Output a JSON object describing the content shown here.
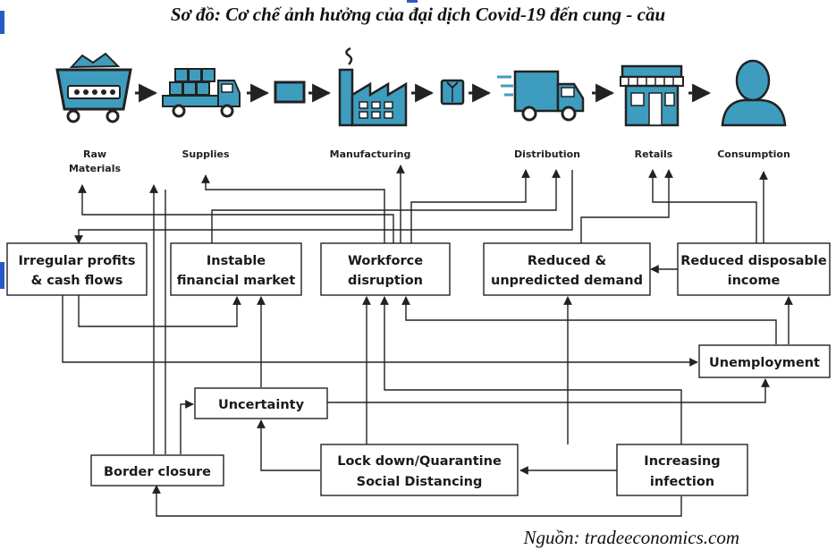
{
  "title": "Sơ đồ: Cơ chế ảnh hưởng của đại dịch Covid-19 đến cung - cầu",
  "source": "Nguồn: tradeeconomics.com",
  "colors": {
    "icon": "#3e9dbf",
    "icon_dark": "#2b2b2b",
    "line": "#222222"
  },
  "stages": [
    {
      "id": "raw",
      "icon": "mining-cart-icon",
      "label_lines": [
        "Raw",
        "Materials"
      ]
    },
    {
      "id": "supplies",
      "icon": "delivery-truck-icon",
      "label_lines": [
        "Supplies"
      ]
    },
    {
      "id": "tablet",
      "icon": "screen-icon",
      "label_lines": []
    },
    {
      "id": "manufacturing",
      "icon": "factory-icon",
      "label_lines": [
        "Manufacturing"
      ]
    },
    {
      "id": "package",
      "icon": "shirt-package-icon",
      "label_lines": []
    },
    {
      "id": "distribution",
      "icon": "fast-truck-icon",
      "label_lines": [
        "Distribution"
      ]
    },
    {
      "id": "retails",
      "icon": "storefront-icon",
      "label_lines": [
        "Retails"
      ]
    },
    {
      "id": "consumption",
      "icon": "person-icon",
      "label_lines": [
        "Consumption"
      ]
    }
  ],
  "boxes": [
    {
      "id": "profits",
      "lines": [
        "Irregular profits",
        "& cash flows"
      ]
    },
    {
      "id": "financial",
      "lines": [
        "Instable",
        "financial market"
      ]
    },
    {
      "id": "workforce",
      "lines": [
        "Workforce",
        "disruption"
      ]
    },
    {
      "id": "demand",
      "lines": [
        "Reduced &",
        "unpredicted demand"
      ]
    },
    {
      "id": "income",
      "lines": [
        "Reduced disposable",
        "income"
      ]
    },
    {
      "id": "unemployment",
      "lines": [
        "Unemployment"
      ]
    },
    {
      "id": "uncertainty",
      "lines": [
        "Uncertainty"
      ]
    },
    {
      "id": "border",
      "lines": [
        "Border closure"
      ]
    },
    {
      "id": "lockdown",
      "lines": [
        "Lock down/Quarantine",
        "Social Distancing"
      ]
    },
    {
      "id": "infection",
      "lines": [
        "Increasing",
        "infection"
      ]
    }
  ]
}
